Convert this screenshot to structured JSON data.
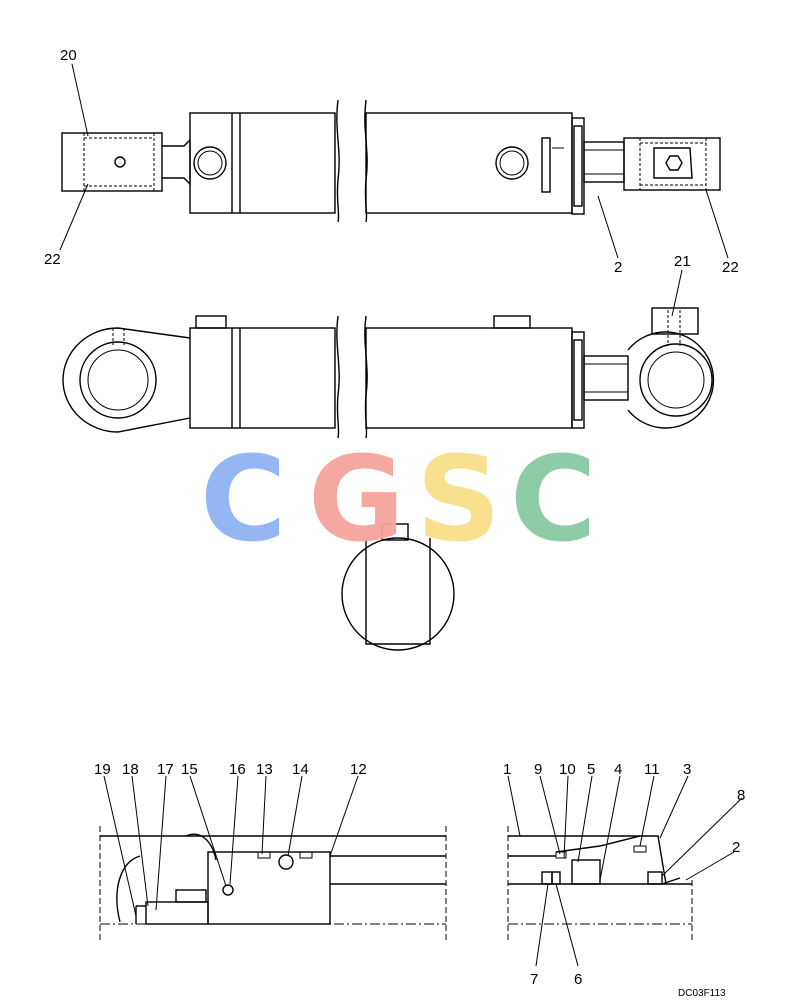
{
  "part_labels": [
    {
      "id": "20",
      "text": "20"
    },
    {
      "id": "22a",
      "text": "22"
    },
    {
      "id": "2a",
      "text": "2"
    },
    {
      "id": "22b",
      "text": "22"
    },
    {
      "id": "21",
      "text": "21"
    },
    {
      "id": "19",
      "text": "19"
    },
    {
      "id": "18",
      "text": "18"
    },
    {
      "id": "17",
      "text": "17"
    },
    {
      "id": "15",
      "text": "15"
    },
    {
      "id": "16",
      "text": "16"
    },
    {
      "id": "13",
      "text": "13"
    },
    {
      "id": "14",
      "text": "14"
    },
    {
      "id": "12",
      "text": "12"
    },
    {
      "id": "1",
      "text": "1"
    },
    {
      "id": "9",
      "text": "9"
    },
    {
      "id": "10",
      "text": "10"
    },
    {
      "id": "5",
      "text": "5"
    },
    {
      "id": "4",
      "text": "4"
    },
    {
      "id": "11",
      "text": "11"
    },
    {
      "id": "3",
      "text": "3"
    },
    {
      "id": "8",
      "text": "8"
    },
    {
      "id": "2b",
      "text": "2"
    },
    {
      "id": "7",
      "text": "7"
    },
    {
      "id": "6",
      "text": "6"
    }
  ],
  "drawing_code": "DC03F113",
  "watermark": {
    "letters": [
      "C",
      "G",
      "S",
      "C"
    ],
    "colors": [
      "#8fb4f3",
      "#f4a49b",
      "#f8df8a",
      "#88c9a3"
    ]
  }
}
